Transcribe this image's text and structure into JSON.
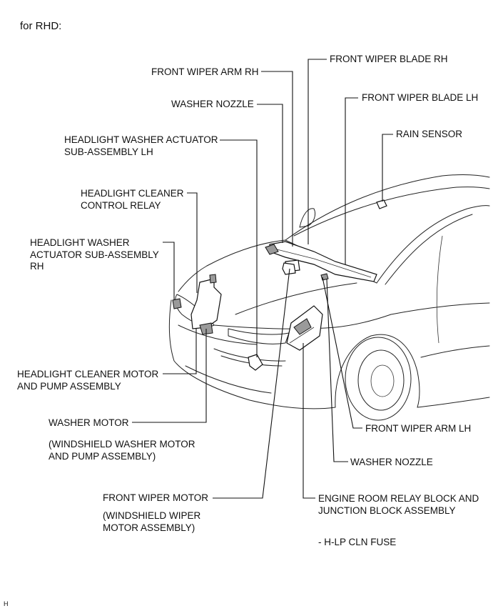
{
  "title": "for RHD:",
  "code": "H",
  "labels": {
    "front_wiper_blade_rh": "FRONT WIPER BLADE RH",
    "front_wiper_arm_rh": "FRONT WIPER ARM RH",
    "front_wiper_blade_lh": "FRONT WIPER BLADE LH",
    "washer_nozzle_top": "WASHER NOZZLE",
    "rain_sensor": "RAIN SENSOR",
    "headlight_washer_actuator_lh": [
      "HEADLIGHT WASHER ACTUATOR",
      "SUB-ASSEMBLY LH"
    ],
    "headlight_cleaner_control_relay": [
      "HEADLIGHT CLEANER",
      "CONTROL RELAY"
    ],
    "headlight_washer_actuator_rh": [
      "HEADLIGHT WASHER",
      "ACTUATOR SUB-ASSEMBLY",
      "RH"
    ],
    "headlight_cleaner_motor": [
      "HEADLIGHT CLEANER MOTOR",
      "AND PUMP ASSEMBLY"
    ],
    "washer_motor": "WASHER MOTOR",
    "washer_motor_note": [
      "(WINDSHIELD WASHER MOTOR",
      "AND PUMP ASSEMBLY)"
    ],
    "front_wiper_arm_lh": "FRONT WIPER ARM LH",
    "washer_nozzle_bottom": "WASHER NOZZLE",
    "front_wiper_motor": "FRONT WIPER MOTOR",
    "front_wiper_motor_note": [
      "(WINDSHIELD WIPER",
      "MOTOR ASSEMBLY)"
    ],
    "engine_room_relay": [
      "ENGINE ROOM RELAY BLOCK AND",
      "JUNCTION BLOCK ASSEMBLY"
    ],
    "fuse_note": "- H-LP CLN FUSE"
  }
}
